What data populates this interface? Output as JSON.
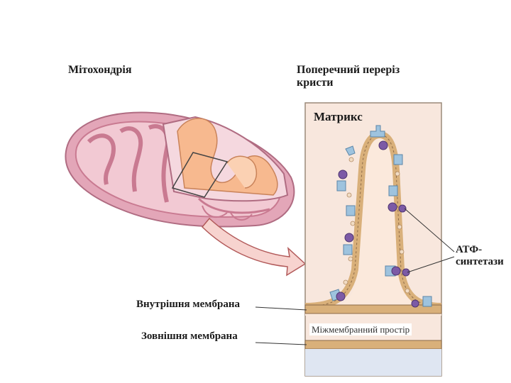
{
  "labels": {
    "mitochondrion": "Мітохондрія",
    "cross_section": "Поперечний переріз кристи",
    "matrix": "Матрикс",
    "inner_membrane": "Внутрішня мембрана",
    "outer_membrane": "Зовнішня мембрана",
    "intermembrane_space": "Міжмембранний простір",
    "atp_synthase": "АТФ-синтетази"
  },
  "colors": {
    "mito_outer": "#e3a6b8",
    "mito_inner": "#f2c9d3",
    "cristae": "#f7b98f",
    "membrane_band": "#d9b07a",
    "intermembrane": "#f8e7dd",
    "lower_box": "#dfe6f2",
    "synthase_blue": "#9ec3de",
    "synthase_purple": "#7c5aa6"
  }
}
